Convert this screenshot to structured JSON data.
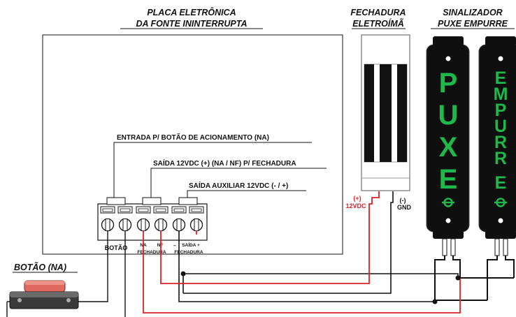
{
  "titles": {
    "board_line1": "PLACA ELETRÔNICA",
    "board_line2": "DA FONTE ININTERRUPTA",
    "lock_line1": "FECHADURA",
    "lock_line2": "ELETROÍMÃ",
    "signal_line1": "SINALIZADOR",
    "signal_line2": "PUXE EMPURRE",
    "button": "BOTÃO (NA)"
  },
  "board_labels": {
    "input_button": "ENTRADA P/ BOTÃO DE ACIONAMENTO (NA)",
    "output_lock": "SAÍDA 12VDC (+)  (NA / NF) P/ FECHADURA",
    "output_aux": "SAÍDA AUXILIAR 12VDC (- / +)"
  },
  "terminal_labels": {
    "botao": "BOTÃO",
    "na": "NA",
    "nf": "NF",
    "fechadura_1": "FECHADURA",
    "minus": "–",
    "saida_plus": "SAÍDA +",
    "fechadura_2": "FECHADURA"
  },
  "lock_wires": {
    "positive_sign": "(+)",
    "positive_voltage": "12VDC",
    "negative_sign": "(-)",
    "negative_label": "GND"
  },
  "sign_letters": {
    "puxe": [
      "P",
      "U",
      "X",
      "E"
    ],
    "empurre": [
      "E",
      "M",
      "P",
      "U",
      "R",
      "R",
      "E"
    ]
  },
  "colors": {
    "wire_red": "#d9232a",
    "wire_black": "#111111",
    "sign_body": "#0f0f0f",
    "sign_text": "#1fb84a",
    "button_cap": "#e06a60"
  }
}
